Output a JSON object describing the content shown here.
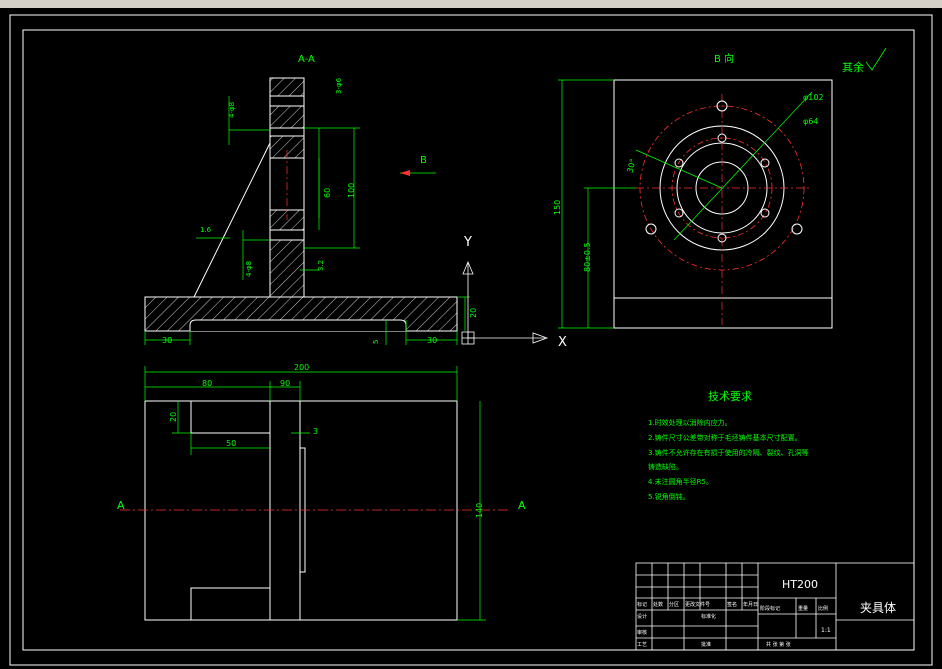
{
  "colors": {
    "background": "#000000",
    "outline": "#ffffff",
    "dimension": "#00ff00",
    "centerline": "#ff3030",
    "annotation": "#00ff00",
    "title_text": "#ffffff"
  },
  "views": {
    "section_label": "A-A",
    "view_b_label": "B 向",
    "view_arrow_label": "B",
    "surface_finish": "其余",
    "section_mark_left": "A",
    "section_mark_right": "A",
    "axis_y": "Y",
    "axis_x": "X"
  },
  "dimensions": {
    "d_30_left": "30",
    "d_30_right": "30",
    "d_20": "20",
    "d_5": "5",
    "d_200": "200",
    "d_80": "80",
    "d_90": "90",
    "d_50": "50",
    "d_20_top": "20",
    "d_3": "3",
    "d_140": "140",
    "d_150": "150",
    "d_80pm": "80±0.5",
    "d_phi102": "φ102",
    "d_phi64": "φ64",
    "d_30deg": "30°",
    "d_16": "1.6",
    "d_32": "3.2",
    "d_4holes": "4-φ8",
    "d_6holes": "3-φ6",
    "d_100": "100",
    "d_60": "60"
  },
  "tech_requirements": {
    "title": "技术要求",
    "items": [
      "1.时效处理以消除内应力。",
      "2.铸件尺寸公差带对称于毛坯铸件基本尺寸配置。",
      "3.铸件不允许存在有损于使用的冷隔、裂纹、孔洞等",
      "铸造缺陷。",
      "4.未注圆角半径R5。",
      "5.锐角倒钝。"
    ]
  },
  "title_block": {
    "material": "HT200",
    "part_name": "夹具体",
    "scale": "1:1",
    "row_labels": [
      "标记",
      "处数",
      "分区",
      "更改文件号",
      "签名",
      "年月日"
    ],
    "design": "设计",
    "standardize": "标准化",
    "stage_mark": "阶段标记",
    "weight": "重量",
    "ratio": "比例",
    "review": "审核",
    "process": "工艺",
    "approve": "批准",
    "sheets": "共 张 第 张"
  }
}
